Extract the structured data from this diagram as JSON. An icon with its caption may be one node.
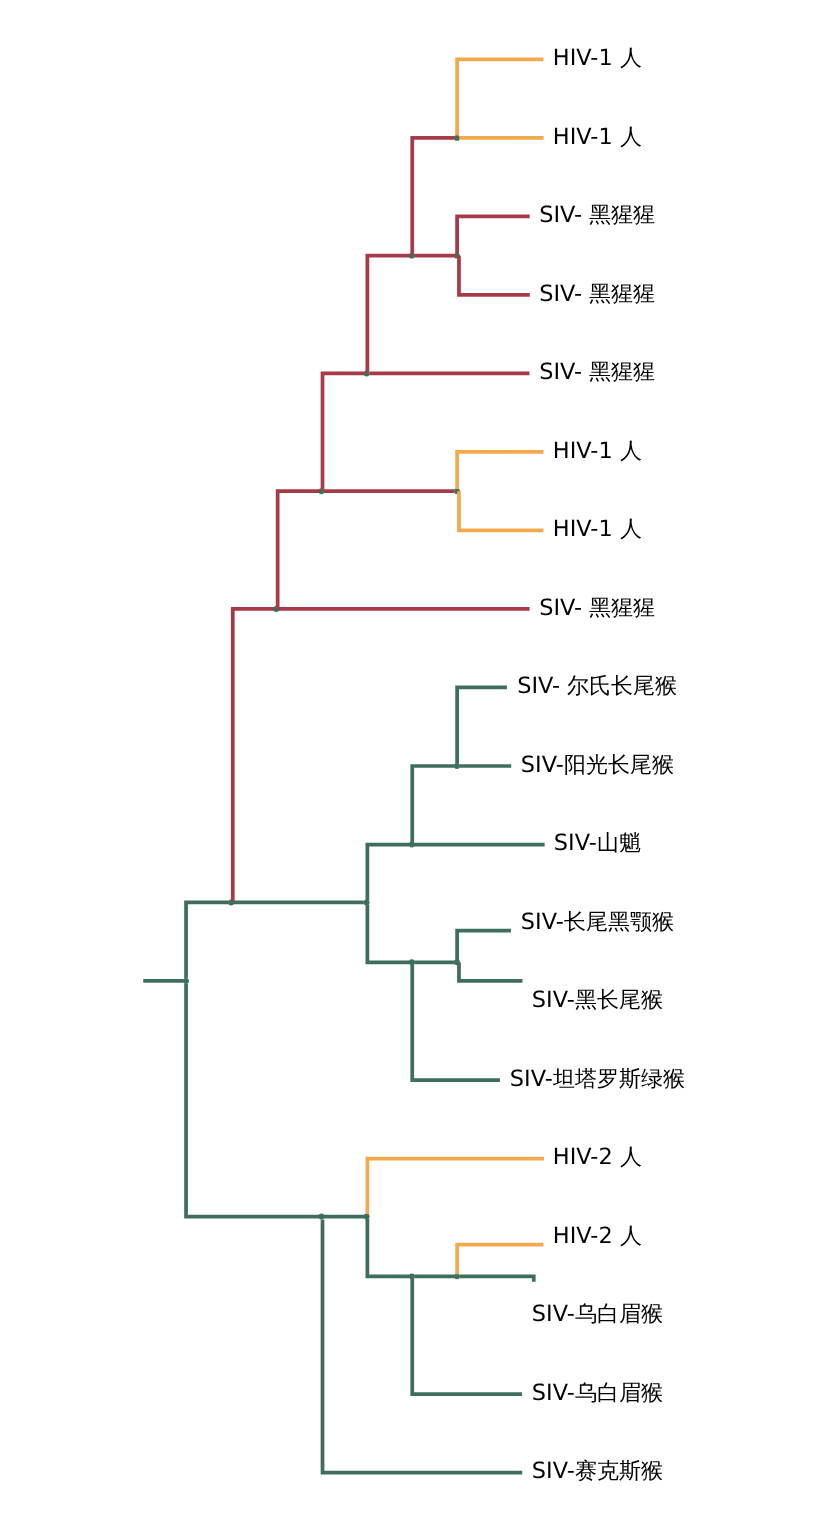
{
  "diagram": {
    "nodes": [
      {
        "text": [],
        "shape": "point"
      },
      {
        "text": [],
        "shape": "point"
      },
      {
        "text": [],
        "shape": "point"
      },
      {
        "text": [],
        "shape": "point"
      },
      {
        "text": [],
        "shape": "point"
      },
      {
        "text": [],
        "shape": "point"
      },
      {
        "text": [],
        "shape": "point"
      },
      {
        "text": [
          "HIV-1 人"
        ]
      },
      {
        "text": [
          "HIV-1 人"
        ]
      },
      {
        "text": [],
        "shape": "point"
      },
      {
        "text": [
          "SIV- 黑猩猩"
        ]
      },
      {
        "text": [
          "SIV- 黑猩猩"
        ]
      },
      {
        "text": [
          "SIV- 黑猩猩"
        ]
      },
      {
        "text": [],
        "shape": "point"
      },
      {
        "text": [
          "HIV-1 人"
        ]
      },
      {
        "text": [
          "HIV-1 人"
        ]
      },
      {
        "text": [
          "SIV- 黑猩猩"
        ]
      },
      {
        "text": [],
        "shape": "point"
      },
      {
        "text": [],
        "shape": "point"
      },
      {
        "text": [],
        "shape": "point"
      },
      {
        "text": [
          "SIV- 尔氏长尾猴"
        ]
      },
      {
        "text": [
          "SIV-阳光长尾猴"
        ]
      },
      {
        "text": [
          "SIV-山魈"
        ]
      },
      {
        "text": [],
        "shape": "point"
      },
      {
        "text": [],
        "shape": "point"
      },
      {
        "text": [
          "SIV-长尾黑颚猴"
        ]
      },
      {
        "text": [
          "SIV-黑长尾猴"
        ]
      },
      {
        "text": [
          "SIV-坦塔罗斯绿猴"
        ]
      },
      {
        "text": [],
        "shape": "point"
      },
      {
        "text": [],
        "shape": "point"
      },
      {
        "text": [
          "HIV-2 人"
        ]
      },
      {
        "text": [],
        "shape": "point"
      },
      {
        "text": [],
        "shape": "point"
      },
      {
        "text": [
          "HIV-2 人"
        ]
      },
      {
        "text": [
          "SIV-乌白眉猴"
        ]
      },
      {
        "text": [
          "SIV-乌白眉猴"
        ]
      },
      {
        "text": [
          "SIV-赛克斯猴"
        ]
      }
    ],
    "edges": [
      {
        "from": null,
        "to": 0,
        "arrow": "none"
      },
      {
        "from": 0,
        "to": 1,
        "arrow": "none"
      },
      {
        "from": 1,
        "to": 2,
        "arrow": "none",
        "color": "#a83a48"
      },
      {
        "from": 2,
        "to": 3,
        "arrow": "none",
        "color": "#a83a48"
      },
      {
        "from": 3,
        "to": 4,
        "arrow": "none",
        "color": "#a83a48"
      },
      {
        "from": 4,
        "to": 5,
        "arrow": "none",
        "color": "#a83a48"
      },
      {
        "from": 5,
        "to": 6,
        "arrow": "none",
        "color": "#a83a48"
      },
      {
        "from": 6,
        "to": 7,
        "arrow": "none",
        "color": "#f4a94e"
      },
      {
        "from": 6,
        "to": 8,
        "arrow": "none",
        "color": "#f4a94e"
      },
      {
        "from": 5,
        "to": 9,
        "arrow": "none",
        "color": "#a83a48"
      },
      {
        "from": 9,
        "to": 10,
        "arrow": "none",
        "color": "#a83a48"
      },
      {
        "from": 9,
        "to": 11,
        "arrow": "none",
        "color": "#a83a48"
      },
      {
        "from": 4,
        "to": 12,
        "arrow": "none",
        "color": "#a83a48"
      },
      {
        "from": 3,
        "to": 13,
        "arrow": "none",
        "color": "#a83a48"
      },
      {
        "from": 13,
        "to": 14,
        "arrow": "none",
        "color": "#f4a94e"
      },
      {
        "from": 13,
        "to": 15,
        "arrow": "none",
        "color": "#f4a94e"
      },
      {
        "from": 2,
        "to": 16,
        "arrow": "none",
        "color": "#a83a48"
      },
      {
        "from": 1,
        "to": 17,
        "arrow": "none"
      },
      {
        "from": 17,
        "to": 18,
        "arrow": "none"
      },
      {
        "from": 18,
        "to": 19,
        "arrow": "none"
      },
      {
        "from": 19,
        "to": 20,
        "arrow": "none"
      },
      {
        "from": 19,
        "to": 21,
        "arrow": "none"
      },
      {
        "from": 18,
        "to": 22,
        "arrow": "none"
      },
      {
        "from": 17,
        "to": 23,
        "arrow": "none"
      },
      {
        "from": 23,
        "to": 24,
        "arrow": "none"
      },
      {
        "from": 24,
        "to": 25,
        "arrow": "none"
      },
      {
        "from": 24,
        "to": 26,
        "arrow": "none"
      },
      {
        "from": 23,
        "to": 27,
        "arrow": "none"
      },
      {
        "from": 0,
        "to": 28,
        "arrow": "none"
      },
      {
        "from": 28,
        "to": 29,
        "arrow": "none"
      },
      {
        "from": 29,
        "to": 30,
        "arrow": "none",
        "color": "#f4a94e"
      },
      {
        "from": 29,
        "to": 31,
        "arrow": "none"
      },
      {
        "from": 31,
        "to": 32,
        "arrow": "none"
      },
      {
        "from": 32,
        "to": 33,
        "arrow": "none",
        "color": "#f4a94e"
      },
      {
        "from": 32,
        "to": 34,
        "arrow": "none"
      },
      {
        "from": 31,
        "to": 35,
        "arrow": "none"
      },
      {
        "from": 28,
        "to": 36,
        "arrow": "none"
      }
    ]
  }
}
